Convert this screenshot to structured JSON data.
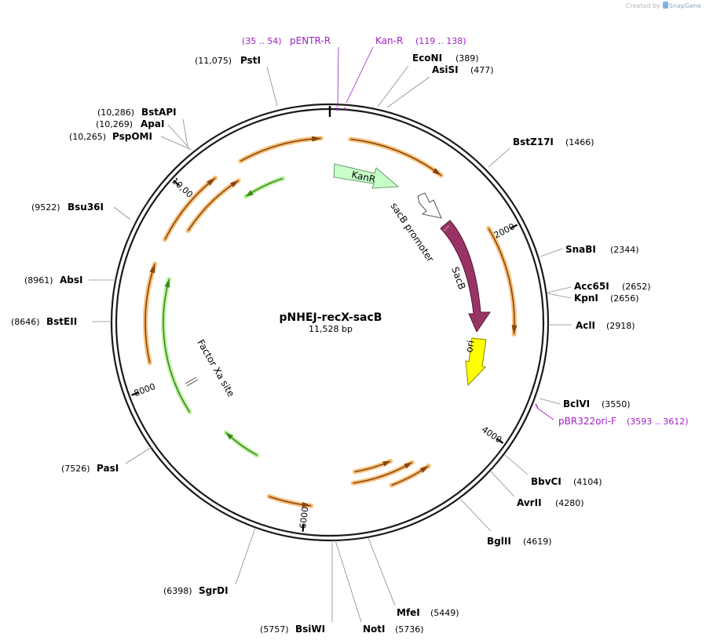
{
  "credit": {
    "prefix": "Created by",
    "brand": "SnapGene"
  },
  "plasmid": {
    "name": "pNHEJ-recX-sacB",
    "size_label": "11,528 bp",
    "length": 11528
  },
  "ruler": [
    {
      "label": "2000",
      "bp": 2000
    },
    {
      "label": "4000",
      "bp": 4000
    },
    {
      "label": "6000",
      "bp": 6000
    },
    {
      "label": "8000",
      "bp": 8000
    },
    {
      "label": "10,000",
      "bp": 10000
    }
  ],
  "sites": [
    {
      "id": "PstI",
      "name": "PstI",
      "pos": "(11,075)",
      "bp": 11075,
      "side": "left"
    },
    {
      "id": "EcoNI",
      "name": "EcoNI",
      "pos": "(389)",
      "bp": 389,
      "side": "right"
    },
    {
      "id": "AsiSI",
      "name": "AsiSI",
      "pos": "(477)",
      "bp": 477,
      "side": "right"
    },
    {
      "id": "BstZ17I",
      "name": "BstZ17I",
      "pos": "(1466)",
      "bp": 1466,
      "side": "right"
    },
    {
      "id": "SnaBI",
      "name": "SnaBI",
      "pos": "(2344)",
      "bp": 2344,
      "side": "right"
    },
    {
      "id": "Acc65I",
      "name": "Acc65I",
      "pos": "(2652)",
      "bp": 2652,
      "side": "right"
    },
    {
      "id": "KpnI",
      "name": "KpnI",
      "pos": "(2656)",
      "bp": 2656,
      "side": "right"
    },
    {
      "id": "AclI",
      "name": "AclI",
      "pos": "(2918)",
      "bp": 2918,
      "side": "right"
    },
    {
      "id": "BclVI",
      "name": "BclVI",
      "pos": "(3550)",
      "bp": 3550,
      "side": "right"
    },
    {
      "id": "BbvCI",
      "name": "BbvCI",
      "pos": "(4104)",
      "bp": 4104,
      "side": "right"
    },
    {
      "id": "AvrII",
      "name": "AvrII",
      "pos": "(4280)",
      "bp": 4280,
      "side": "right"
    },
    {
      "id": "BglII",
      "name": "BglII",
      "pos": "(4619)",
      "bp": 4619,
      "side": "right"
    },
    {
      "id": "MfeI",
      "name": "MfeI",
      "pos": "(5449)",
      "bp": 5449,
      "side": "right"
    },
    {
      "id": "NotI",
      "name": "NotI",
      "pos": "(5736)",
      "bp": 5736,
      "side": "right"
    },
    {
      "id": "BsiWI",
      "name": "BsiWI",
      "pos": "(5757)",
      "bp": 5757,
      "side": "left"
    },
    {
      "id": "SgrDI",
      "name": "SgrDI",
      "pos": "(6398)",
      "bp": 6398,
      "side": "left"
    },
    {
      "id": "PasI",
      "name": "PasI",
      "pos": "(7526)",
      "bp": 7526,
      "side": "left"
    },
    {
      "id": "BstEII",
      "name": "BstEII",
      "pos": "(8646)",
      "bp": 8646,
      "side": "left"
    },
    {
      "id": "AbsI",
      "name": "AbsI",
      "pos": "(8961)",
      "bp": 8961,
      "side": "left"
    },
    {
      "id": "Bsu36I",
      "name": "Bsu36I",
      "pos": "(9522)",
      "bp": 9522,
      "side": "left"
    },
    {
      "id": "PspOMI",
      "name": "PspOMI",
      "pos": "(10,265)",
      "bp": 10265,
      "side": "left"
    },
    {
      "id": "ApaI",
      "name": "ApaI",
      "pos": "(10,269)",
      "bp": 10269,
      "side": "left"
    },
    {
      "id": "BstAPI",
      "name": "BstAPI",
      "pos": "(10,286)",
      "bp": 10286,
      "side": "left"
    }
  ],
  "primers": [
    {
      "id": "pENTR-R",
      "name": "pENTR-R",
      "pos": "(35 .. 54)"
    },
    {
      "id": "Kan-R",
      "name": "Kan-R",
      "pos": "(119 .. 138)"
    },
    {
      "id": "pBR322ori-F",
      "name": "pBR322ori-F",
      "pos": "(3593 .. 3612)"
    }
  ],
  "features": [
    {
      "id": "KanR",
      "label": "KanR",
      "color": "#c8ffc8"
    },
    {
      "id": "sacB-promoter",
      "label": "sacB promoter",
      "color": "#ffffff"
    },
    {
      "id": "SacB",
      "label": "SacB",
      "color": "#993366"
    },
    {
      "id": "ori",
      "label": "ori",
      "color": "#ffff00"
    },
    {
      "id": "Factor-Xa-site",
      "label": "Factor Xa site",
      "color": "#ffffff"
    }
  ],
  "orfs": [
    {
      "start": 205,
      "end": 1190,
      "dir": 1,
      "ring": 235,
      "color": "orange"
    },
    {
      "start": 1900,
      "end": 3000,
      "dir": 1,
      "ring": 235,
      "color": "orange"
    },
    {
      "start": 4660,
      "end": 5100,
      "dir": -1,
      "ring": 222,
      "color": "orange"
    },
    {
      "start": 4790,
      "end": 5500,
      "dir": -1,
      "ring": 207,
      "color": "orange"
    },
    {
      "start": 5010,
      "end": 5460,
      "dir": -1,
      "ring": 193,
      "color": "orange"
    },
    {
      "start": 5950,
      "end": 6380,
      "dir": -1,
      "ring": 235,
      "color": "orange"
    },
    {
      "start": 8240,
      "end": 9240,
      "dir": 1,
      "ring": 235,
      "color": "orange"
    },
    {
      "start": 9500,
      "end": 10300,
      "dir": 1,
      "ring": 235,
      "color": "orange"
    },
    {
      "start": 9700,
      "end": 10480,
      "dir": 1,
      "ring": 215,
      "color": "orange"
    },
    {
      "start": 10600,
      "end": 11440,
      "dir": 1,
      "ring": 235,
      "color": "orange"
    },
    {
      "start": 6680,
      "end": 7150,
      "dir": 1,
      "ring": 193,
      "color": "green"
    },
    {
      "start": 7600,
      "end": 9130,
      "dir": 1,
      "ring": 212,
      "color": "green"
    },
    {
      "start": 10450,
      "end": 10950,
      "dir": -1,
      "ring": 193,
      "color": "green"
    }
  ],
  "colors": {
    "backbone": "#1a1a1a",
    "orf_fill": "#8b4513",
    "orf_glow": "#f6c27a",
    "green_fill": "#3a8a18",
    "green_glow": "#bff2a6",
    "primer": "#a020c8",
    "leader": "#8a8a8a"
  }
}
